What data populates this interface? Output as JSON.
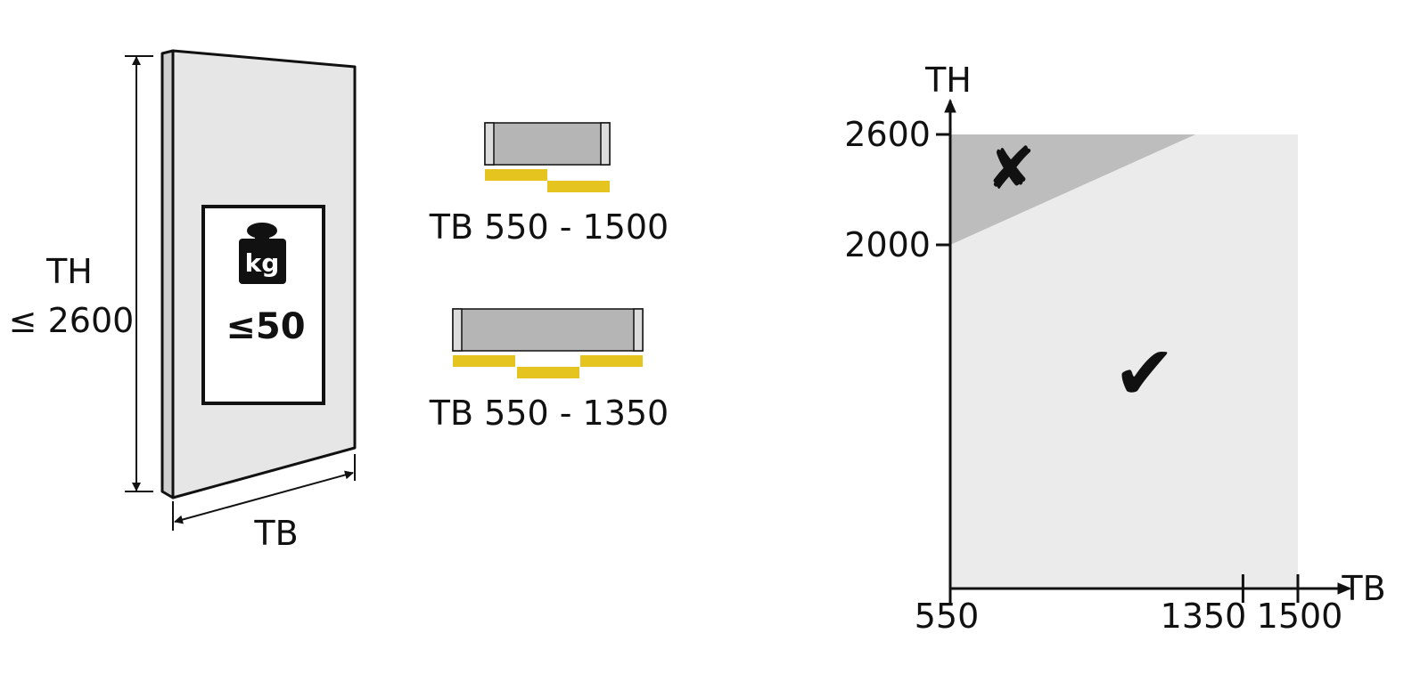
{
  "door": {
    "height_label": "TH",
    "height_limit": "≤ 2600",
    "width_label": "TB",
    "weight_unit": "kg",
    "weight_limit": "≤50"
  },
  "configs": [
    {
      "label": "TB 550 - 1500",
      "sections": 2
    },
    {
      "label": "TB 550 - 1350",
      "sections": 3
    }
  ],
  "colors": {
    "door_face": "#e6e6e6",
    "rail": "#b5b5b5",
    "yellow": "#e5c41f",
    "allowed_area": "#ebebeb",
    "excluded_area": "#bdbdbd",
    "ink": "#111111"
  },
  "chart_data": {
    "type": "area",
    "xlabel": "TB",
    "ylabel": "TH",
    "x_ticks": [
      "550",
      "1350",
      "1500"
    ],
    "y_ticks": [
      "2600",
      "2000"
    ],
    "xlim": [
      550,
      1500
    ],
    "ylim_top": 2600,
    "allowed_region": {
      "x": [
        550,
        1500
      ],
      "y_max": 2600,
      "symbol": "✔"
    },
    "excluded_region": {
      "points": [
        [
          550,
          2000
        ],
        [
          550,
          2600
        ],
        [
          1220,
          2600
        ]
      ],
      "symbol": "✘"
    }
  }
}
